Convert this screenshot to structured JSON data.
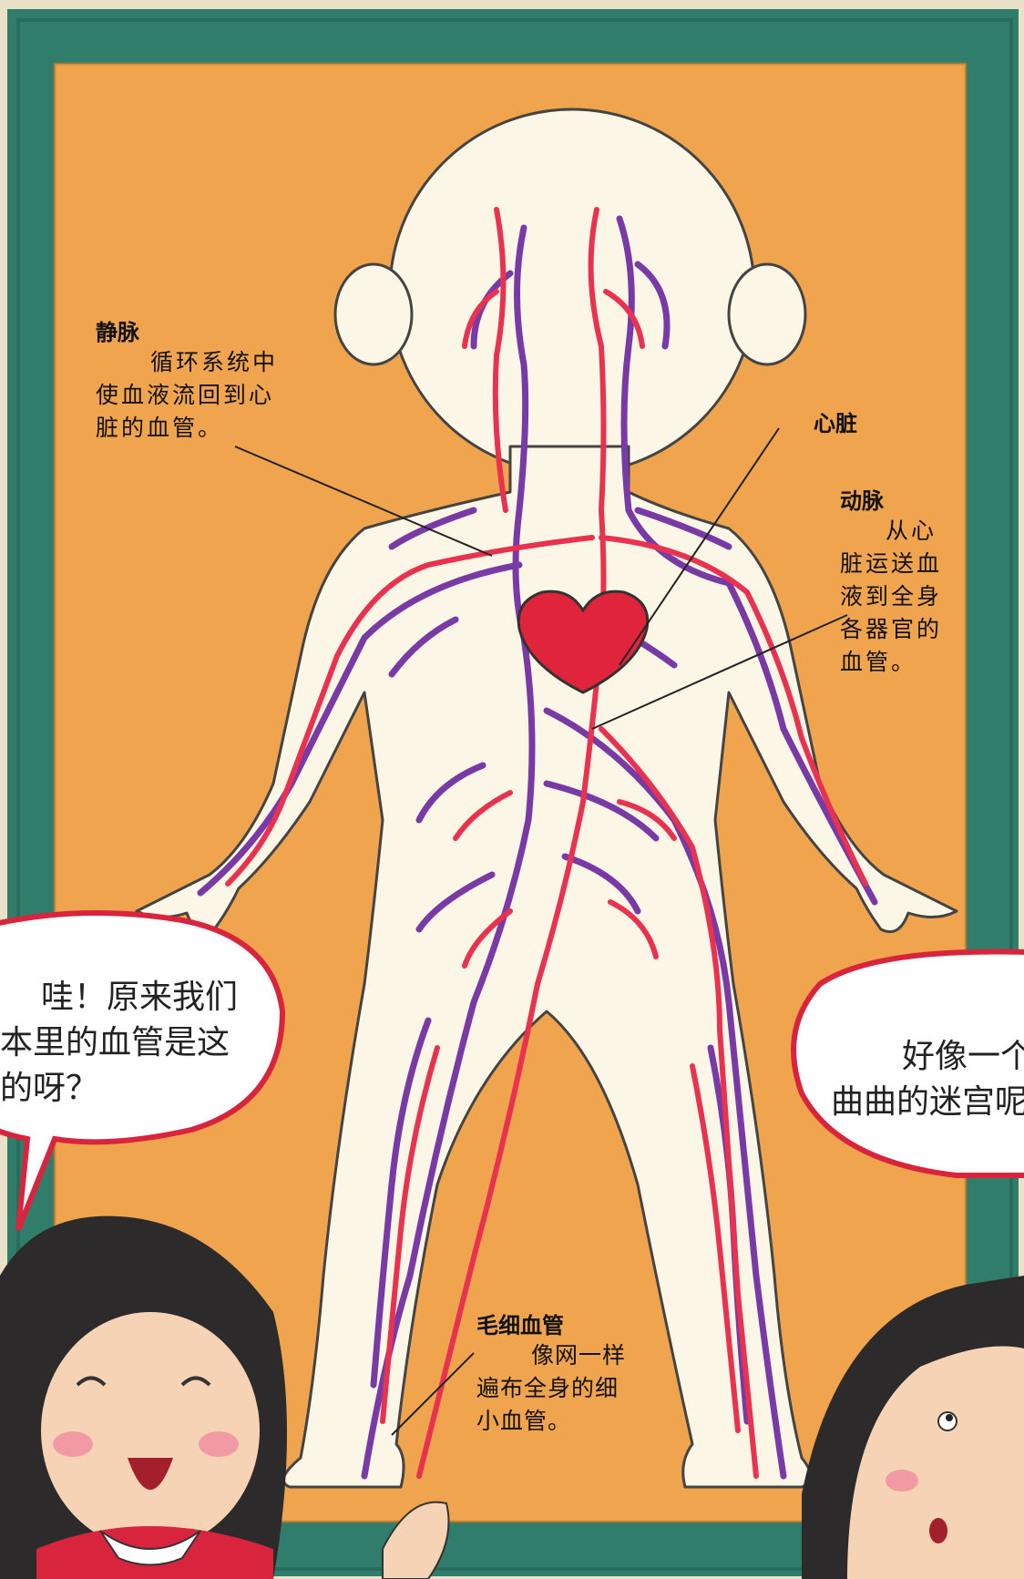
{
  "labels": {
    "vein": {
      "title": "静脉",
      "desc": [
        "循环系统中",
        "使血液流回到心",
        "脏的血管。"
      ]
    },
    "heart": {
      "title": "心脏"
    },
    "artery": {
      "title": "动脉",
      "desc": [
        "从心",
        "脏运送血",
        "液到全身",
        "各器官的",
        "血管。"
      ]
    },
    "capillary": {
      "title": "毛细血管",
      "desc": [
        "像网一样",
        "遍布全身的细",
        "小血管。"
      ]
    }
  },
  "bubbles": {
    "left": [
      "哇！原来我们",
      "本里的血管是这",
      "的呀？"
    ],
    "right": [
      "好像一个",
      "曲曲的迷宫呢"
    ]
  },
  "colors": {
    "frame": "#2f7d6a",
    "board": "#f0a44d",
    "body": "#fbf6e6",
    "artery": "#e8324f",
    "vein": "#7a3aa6",
    "heart": "#e0243c",
    "bubble_border": "#d8243c"
  }
}
